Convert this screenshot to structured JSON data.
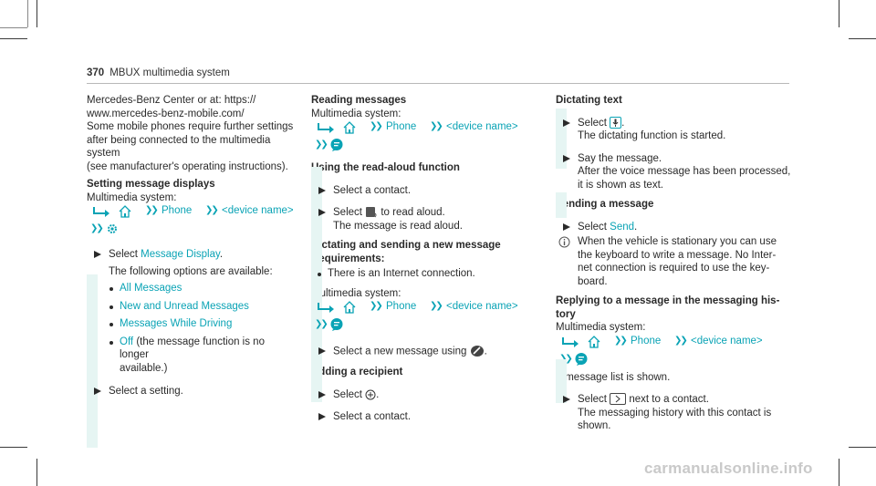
{
  "header": {
    "page_number": "370",
    "title": "MBUX multimedia system"
  },
  "col1": {
    "intro1": "Mercedes-Benz Center or at: https://",
    "intro2": "www.mercedes-benz-mobile.com/",
    "intro3": "Some mobile phones require further settings",
    "intro4": "after being connected to the multimedia system",
    "intro5": "(see manufacturer's operating instructions).",
    "heading": "Setting message displays",
    "system": "Multimedia system:",
    "phone": "Phone",
    "device": "<device name>",
    "step1_prefix": "Select ",
    "step1_link": "Message Display",
    "step1_suffix": ".",
    "step1_desc": "The following options are available:",
    "options": [
      "All Messages",
      "New and Unread Messages",
      "Messages While Driving",
      "Off"
    ],
    "off_desc1": " (the message function is no longer",
    "off_desc2": "available.)",
    "step2": "Select a setting."
  },
  "col2": {
    "heading1": "Reading messages",
    "system": "Multimedia system:",
    "phone": "Phone",
    "device": "<device name>",
    "heading2": "Using the read-aloud function",
    "s1": "Select a contact.",
    "s2_pre": "Select ",
    "s2_post": " to read aloud.",
    "s2_desc": "The message is read aloud.",
    "heading3": "Dictating and sending a new message",
    "req": "Requirements:",
    "req1": "There is an Internet connection.",
    "system2": "Multimedia system:",
    "s3": "Select a new message using",
    "heading4": "Adding a recipient",
    "s4_pre": "Select ",
    "s5": "Select a contact."
  },
  "col3": {
    "heading1": "Dictating text",
    "s1_pre": "Select ",
    "s1_desc": "The dictating function is started.",
    "s2": "Say the message.",
    "s2_d1": "After the voice message has been processed,",
    "s2_d2": "it is shown as text.",
    "heading2": "Sending a message",
    "s3_pre": "Select ",
    "s3_link": "Send",
    "note1": "When the vehicle is stationary you can use",
    "note2": "the keyboard to write a message. No Inter-",
    "note3": "net connection is required to use the key-",
    "note4": "board.",
    "heading3a": "Replying to a message in the messaging his-",
    "heading3b": "tory",
    "system": "Multimedia system:",
    "phone": "Phone",
    "device": "<device name>",
    "list": "A message list is shown.",
    "s4_pre": "Select ",
    "s4_post": " next to a contact.",
    "s4_d1": "The messaging history with this contact is",
    "s4_d2": "shown."
  },
  "watermark": "carmanualsonline.info"
}
